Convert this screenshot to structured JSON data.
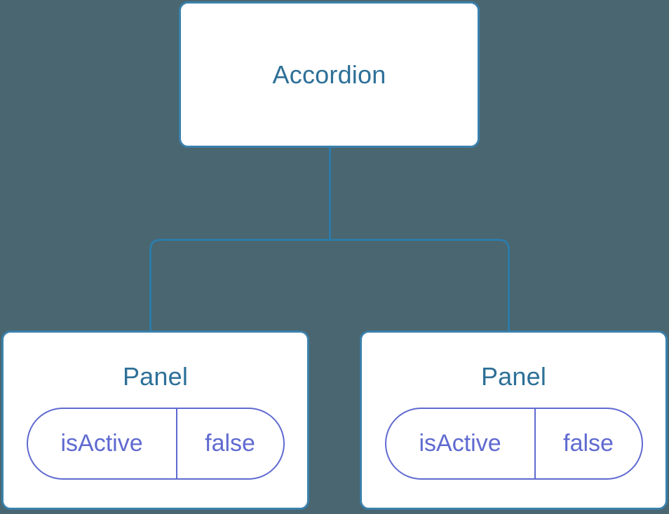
{
  "diagram": {
    "type": "component-tree",
    "background_color": "#4a6670",
    "node_border_color": "#3a80ab",
    "node_text_color": "#2d7098",
    "edge_color": "#2d7ba8",
    "prop_color": "#5f6ad0",
    "root": {
      "label": "Accordion"
    },
    "children": [
      {
        "label": "Panel",
        "props": [
          {
            "key": "isActive",
            "value": "false"
          }
        ]
      },
      {
        "label": "Panel",
        "props": [
          {
            "key": "isActive",
            "value": "false"
          }
        ]
      }
    ]
  }
}
